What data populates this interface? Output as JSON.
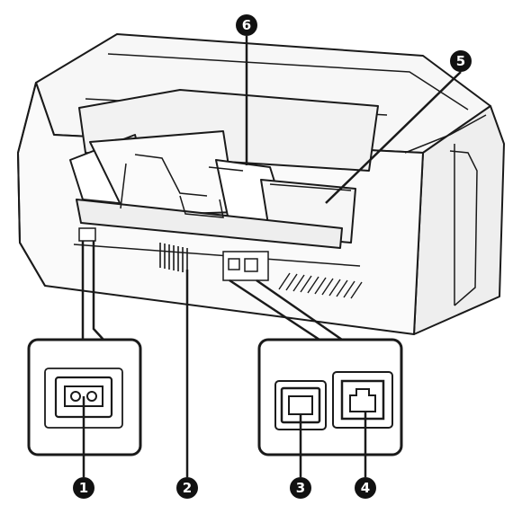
{
  "figure": {
    "description_free": true,
    "colors": {
      "ink": "#1a1a1a",
      "paper": "#ffffff",
      "shade": "#f2f2f2",
      "callout": "#111111"
    }
  },
  "callouts": [
    {
      "id": "power-inlet",
      "number": "1"
    },
    {
      "id": "vents",
      "number": "2"
    },
    {
      "id": "usb-port",
      "number": "3"
    },
    {
      "id": "lan-port",
      "number": "4"
    },
    {
      "id": "rear-paper-feeder",
      "number": "5"
    },
    {
      "id": "paper-support",
      "number": "6"
    }
  ]
}
